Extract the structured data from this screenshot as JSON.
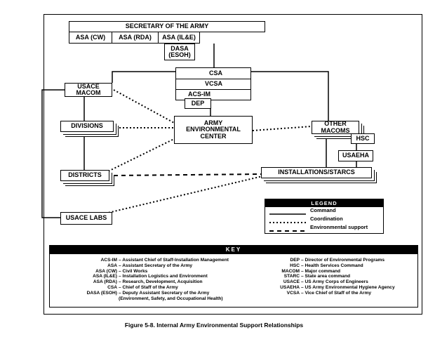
{
  "org": {
    "secretary": "SECRETARY OF THE ARMY",
    "asa_cw": "ASA (CW)",
    "asa_rda": "ASA (RDA)",
    "asa_ile": "ASA (IL&E)",
    "dasa_line1": "DASA",
    "dasa_line2": "(ESOH)",
    "csa": "CSA",
    "vcsa": "VCSA",
    "acs_im": "ACS-IM",
    "dep": "DEP",
    "usace_line1": "USACE",
    "usace_line2": "MACOM",
    "divisions": "DIVISIONS",
    "districts": "DISTRICTS",
    "usace_labs": "USACE LABS",
    "aec_line1": "ARMY",
    "aec_line2": "ENVIRONMENTAL",
    "aec_line3": "CENTER",
    "other_line1": "OTHER",
    "other_line2": "MACOMS",
    "hsc": "HSC",
    "usaeha": "USAEHA",
    "installations": "INSTALLATIONS/STARCS"
  },
  "legend": {
    "title": "LEGEND",
    "command": "Command",
    "coordination": "Coordination",
    "environmental_support": "Environmental support"
  },
  "key": {
    "title": "KEY",
    "left": [
      {
        "abbr": "ACS-IM",
        "def": "– Assistant Chief of Staff-Installation Management"
      },
      {
        "abbr": "ASA",
        "def": "– Assistant Secretary of the Army"
      },
      {
        "abbr": "ASA (CW)",
        "def": "– Civil Works"
      },
      {
        "abbr": "ASA (IL&E)",
        "def": "– Installation Logistics and Environment"
      },
      {
        "abbr": "ASA (RDA)",
        "def": "– Research, Development, Acquisition"
      },
      {
        "abbr": "CSA",
        "def": "– Chief of Staff of the Army"
      },
      {
        "abbr": "DASA (ESOH)",
        "def": "– Deputy Assistant Secretary of the Army"
      },
      {
        "abbr": "",
        "def": "(Environment, Safety, and Occupational Health)"
      }
    ],
    "right": [
      {
        "abbr": "DEP",
        "def": "– Director of Environmental Programs"
      },
      {
        "abbr": "HSC",
        "def": "– Health Services Command"
      },
      {
        "abbr": "MACOM",
        "def": "– Major command"
      },
      {
        "abbr": "STARC",
        "def": "– State area command"
      },
      {
        "abbr": "USACE",
        "def": "– US Army Corps of Engineers"
      },
      {
        "abbr": "USAEHA",
        "def": "– US Army Environmental Hygiene Agency"
      },
      {
        "abbr": "VCSA",
        "def": "– Vice Chief of Staff of the Army"
      }
    ]
  },
  "caption": "Figure 5-8. Internal Army Environmental Support Relationships"
}
